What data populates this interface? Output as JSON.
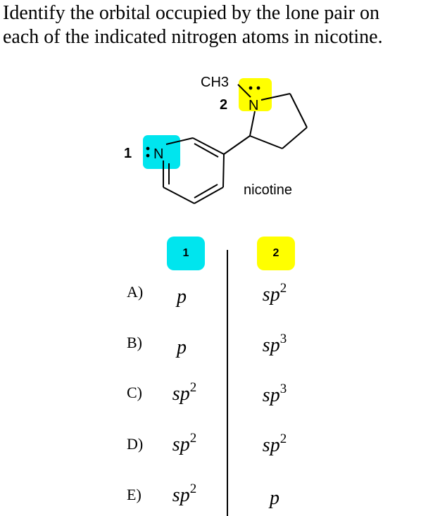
{
  "question": {
    "line1": "Identify the orbital occupied by the lone pair on",
    "line2": "each of the indicated nitrogen atoms in nicotine."
  },
  "molecule": {
    "name_label": "nicotine",
    "methyl_label": "CH3",
    "atom_symbol": "N",
    "n1_number": "1",
    "n2_number": "2"
  },
  "colors": {
    "n1_highlight": "#00e5ee",
    "n2_highlight": "#ffff00"
  },
  "columns": {
    "col1": "1",
    "col2": "2"
  },
  "options": [
    {
      "letter": "A)",
      "c1_base": "p",
      "c1_sup": "",
      "c2_base": "sp",
      "c2_sup": "2"
    },
    {
      "letter": "B)",
      "c1_base": "p",
      "c1_sup": "",
      "c2_base": "sp",
      "c2_sup": "3"
    },
    {
      "letter": "C)",
      "c1_base": "sp",
      "c1_sup": "2",
      "c2_base": "sp",
      "c2_sup": "3"
    },
    {
      "letter": "D)",
      "c1_base": "sp",
      "c1_sup": "2",
      "c2_base": "sp",
      "c2_sup": "2"
    },
    {
      "letter": "E)",
      "c1_base": "sp",
      "c1_sup": "2",
      "c2_base": "p",
      "c2_sup": ""
    }
  ]
}
